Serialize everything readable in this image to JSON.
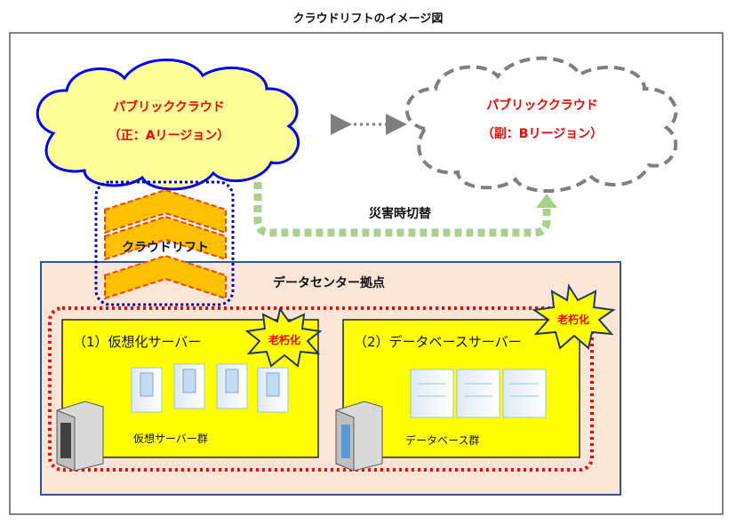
{
  "title": "クラウドリフトのイメージ図",
  "primary_cloud": {
    "line1": "パブリッククラウド",
    "line2": "（正：Aリージョン）"
  },
  "secondary_cloud": {
    "line1": "パブリッククラウド",
    "line2": "（副：Bリージョン）"
  },
  "failover_label": "災害時切替",
  "lift_label": "クラウドリフト",
  "datacenter_label": "データセンター拠点",
  "aging_label": "老朽化",
  "virtual_box": {
    "title": "（1）仮想化サーバー",
    "caption": "仮想サーバー群"
  },
  "db_box": {
    "title": "（2）データベースサーバー",
    "caption": "データベース群"
  },
  "colors": {
    "cloud_fill": "#ffff99",
    "cloud_stroke": "#0000ff",
    "red_text": "#ff0000",
    "dc_fill": "#fbe5d6",
    "dc_stroke": "#2f5597",
    "box_fill": "#ffff00",
    "arrow_green": "#a9d18e",
    "chevron": "#ffc000"
  }
}
